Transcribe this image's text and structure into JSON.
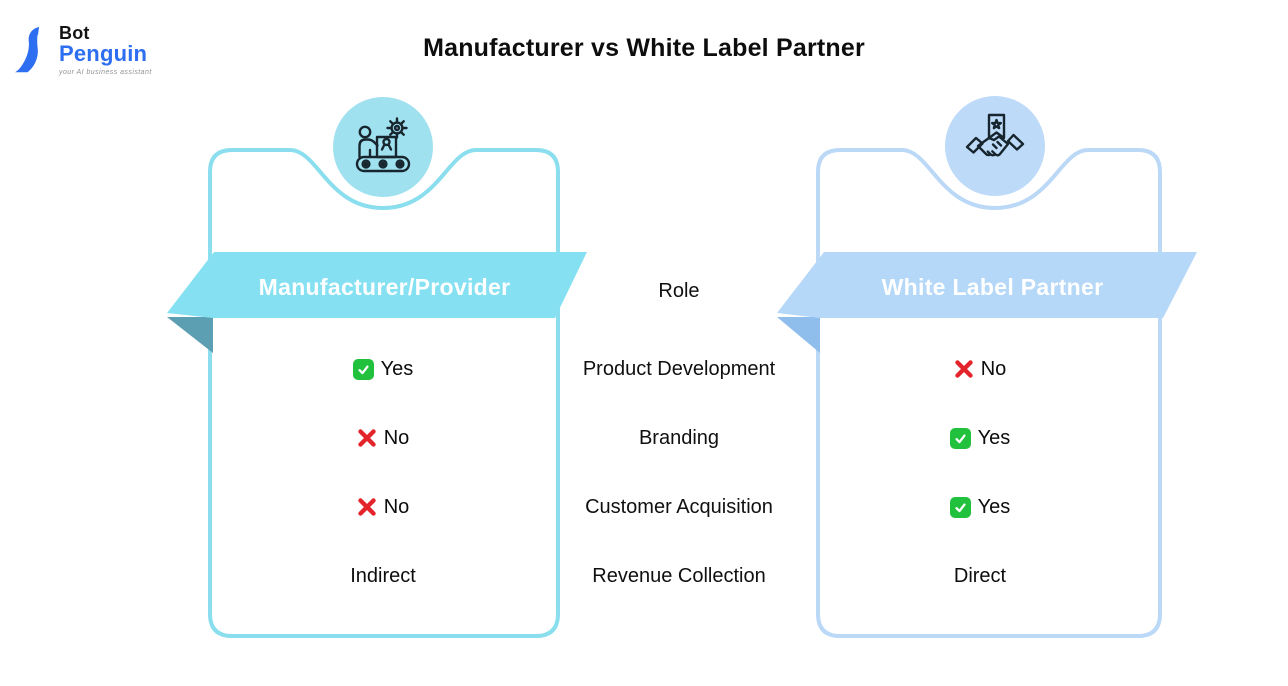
{
  "logo": {
    "bot": "Bot",
    "penguin": "Penguin",
    "tagline": "your AI business assistant",
    "icon": "penguin-logo-icon"
  },
  "title": "Manufacturer vs White Label Partner",
  "table": {
    "header_row": {
      "criterion": "Role",
      "left": "Manufacturer/Provider",
      "right": "White Label Partner"
    },
    "rows": [
      {
        "criterion": "Product Development",
        "left": {
          "icon": "check",
          "text": "Yes"
        },
        "right": {
          "icon": "cross",
          "text": "No"
        }
      },
      {
        "criterion": "Branding",
        "left": {
          "icon": "cross",
          "text": "No"
        },
        "right": {
          "icon": "check",
          "text": "Yes"
        }
      },
      {
        "criterion": "Customer Acquisition",
        "left": {
          "icon": "cross",
          "text": "No"
        },
        "right": {
          "icon": "check",
          "text": "Yes"
        }
      },
      {
        "criterion": "Revenue Collection",
        "left": {
          "icon": "none",
          "text": "Indirect"
        },
        "right": {
          "icon": "none",
          "text": "Direct"
        }
      }
    ]
  },
  "icons": {
    "left_card_badge": "production-line-icon",
    "right_card_badge": "handshake-partnership-icon",
    "yes": "check-icon",
    "no": "cross-icon"
  },
  "colors": {
    "brand_blue": "#2E6FF2",
    "left_banner": "#85E1F2",
    "left_card_border": "#8ADEED",
    "left_fold": "#5C9EB2",
    "left_circle": "#A0E1F0",
    "right_banner": "#B5D7F8",
    "right_card_border": "#BBD8F7",
    "right_fold": "#8FBEEC",
    "right_circle": "#BDDAF8",
    "yes_green": "#22C13D",
    "no_red": "#E3242B"
  }
}
